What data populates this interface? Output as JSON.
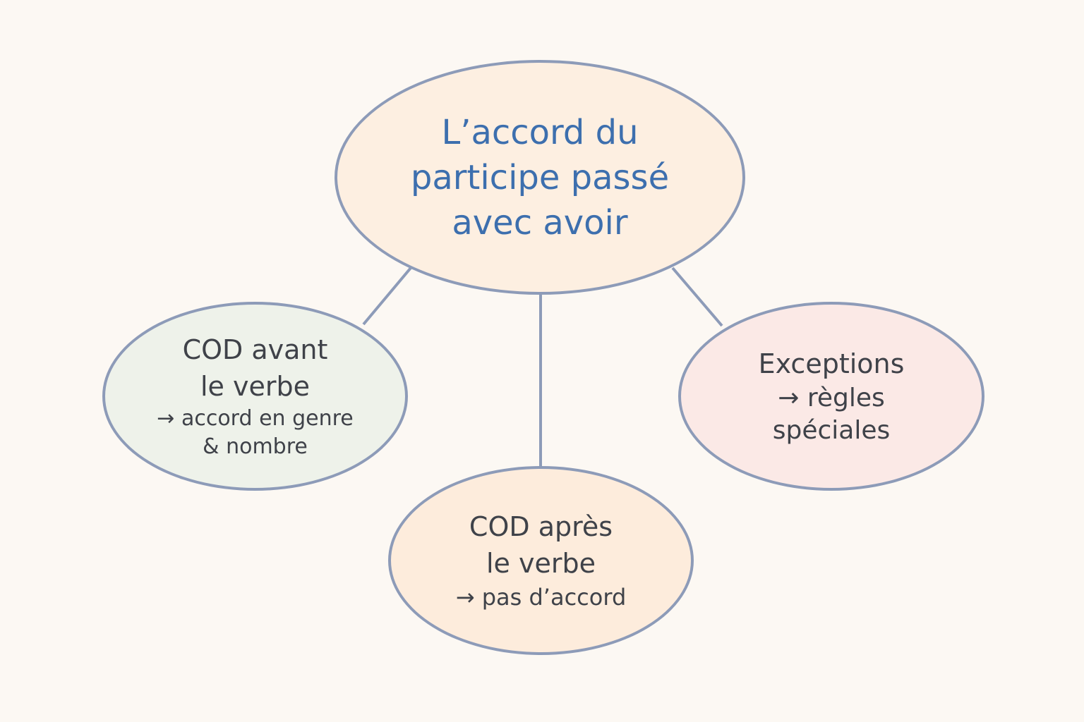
{
  "diagram": {
    "center": {
      "lines": [
        "L’accord du",
        "participe passé",
        "avec avoir"
      ]
    },
    "branches": {
      "left": {
        "title_lines": [
          "COD avant",
          "le verbe"
        ],
        "detail_lines": [
          "→  accord en genre",
          "& nombre"
        ]
      },
      "bottom": {
        "title_lines": [
          "COD après",
          "le verbe"
        ],
        "detail_lines": [
          "→ pas d’accord"
        ]
      },
      "right": {
        "title_lines": [
          "Exceptions"
        ],
        "detail_lines": [
          "→ règles",
          "spéciales"
        ]
      }
    }
  },
  "colors": {
    "center_text": "#3d6fae",
    "branch_text": "#3f4249",
    "outline": "#8d9bb8",
    "center_fill": "#fdefe1",
    "left_fill": "#eef2ea",
    "bottom_fill": "#fdecdc",
    "right_fill": "#fbe9e6",
    "background": "#fcf8f3"
  }
}
